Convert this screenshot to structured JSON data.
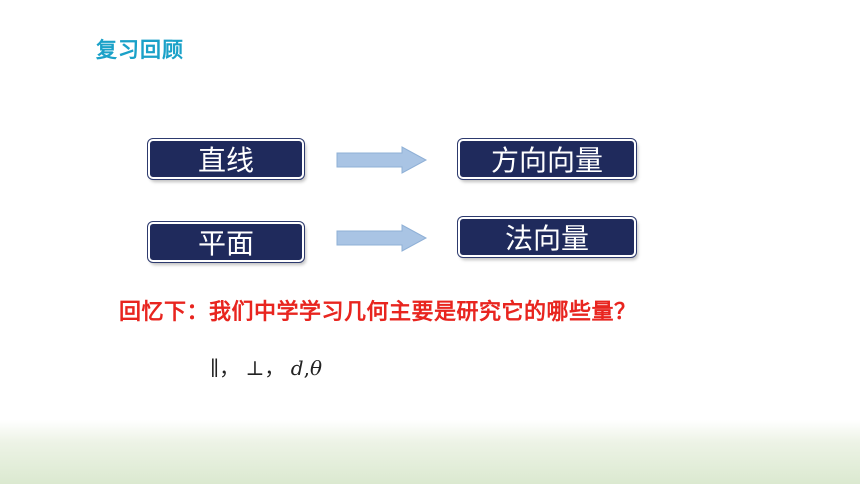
{
  "header": {
    "title": "复习回顾"
  },
  "mapping": {
    "row1": {
      "left": "直线",
      "right": "方向向量"
    },
    "row2": {
      "left": "平面",
      "right": "法向量"
    }
  },
  "question": "回忆下：我们中学学习几何主要是研究它的哪些量？",
  "symbols": {
    "parallel": "∥",
    "sep1": "，",
    "perpendicular": "⊥",
    "sep2": "，",
    "distance": "d",
    "comma": ",",
    "angle": "θ"
  },
  "colors": {
    "title": "#1aa1c8",
    "box_fill": "#1f2a5c",
    "arrow_fill": "#a9c4e4",
    "question": "#e8251f"
  }
}
